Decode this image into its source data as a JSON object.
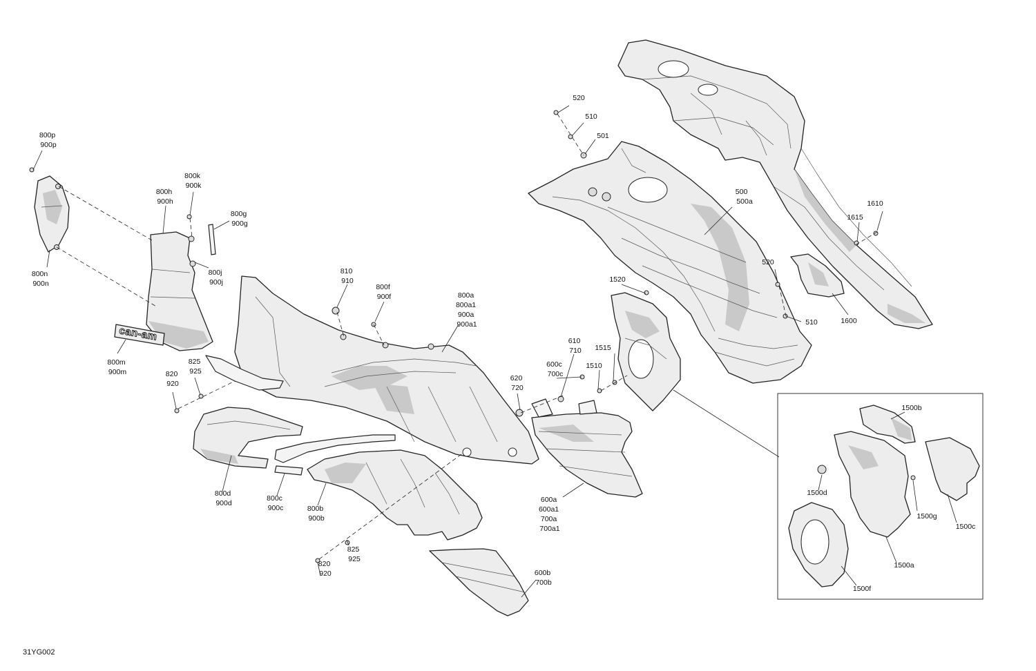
{
  "diagram_code": "31YG002",
  "logo_text": "can-am",
  "callouts": {
    "c520a": [
      "520"
    ],
    "c510a": [
      "510"
    ],
    "c501": [
      "501"
    ],
    "c500": [
      "500",
      "500a"
    ],
    "c1610": [
      "1610"
    ],
    "c1615": [
      "1615"
    ],
    "c520b": [
      "520"
    ],
    "c510b": [
      "510"
    ],
    "c1600": [
      "1600"
    ],
    "c1520": [
      "1520"
    ],
    "c800p": [
      "800p",
      "900p"
    ],
    "c800k": [
      "800k",
      "900k"
    ],
    "c800h": [
      "800h",
      "900h"
    ],
    "c800g": [
      "800g",
      "900g"
    ],
    "c800j": [
      "800j",
      "900j"
    ],
    "c800n": [
      "800n",
      "900n"
    ],
    "c810": [
      "810",
      "910"
    ],
    "c800f": [
      "800f",
      "900f"
    ],
    "c800a": [
      "800a",
      "800a1",
      "900a",
      "900a1"
    ],
    "c800m": [
      "800m",
      "900m"
    ],
    "c825a": [
      "825",
      "925"
    ],
    "c820a": [
      "820",
      "920"
    ],
    "c610": [
      "610",
      "710"
    ],
    "c600c": [
      "600c",
      "700c"
    ],
    "c1515": [
      "1515"
    ],
    "c1510": [
      "1510"
    ],
    "c620": [
      "620",
      "720"
    ],
    "c800d": [
      "800d",
      "900d"
    ],
    "c800c": [
      "800c",
      "900c"
    ],
    "c800b": [
      "800b",
      "900b"
    ],
    "c600a": [
      "600a",
      "600a1",
      "700a",
      "700a1"
    ],
    "c825b": [
      "825",
      "925"
    ],
    "c820b": [
      "820",
      "920"
    ],
    "c600b": [
      "600b",
      "700b"
    ],
    "c1500b": [
      "1500b"
    ],
    "c1500d": [
      "1500d"
    ],
    "c1500g": [
      "1500g"
    ],
    "c1500c": [
      "1500c"
    ],
    "c1500a": [
      "1500a"
    ],
    "c1500f": [
      "1500f"
    ]
  }
}
